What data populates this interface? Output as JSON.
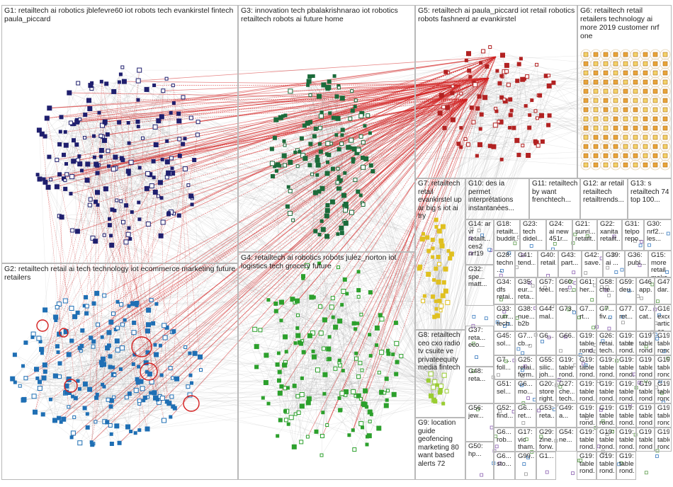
{
  "groups": [
    {
      "id": "G1",
      "label": "G1: retailtech ai robotics jblefevre60 iot robots tech evankirstel fintech paula_piccard",
      "color": "#1f1f6e"
    },
    {
      "id": "G2",
      "label": "G2: retailtech retail ai tech technology iot ecommerce marketing future retailers",
      "color": "#1f6fb4"
    },
    {
      "id": "G3",
      "label": "G3: innovation tech pbalakrishnarao iot robotics retailtech robots ai future home",
      "color": "#1b6b3a"
    },
    {
      "id": "G4",
      "label": "G4: retailtech ai robotics robots julez_norton iot logistics tech grocery future",
      "color": "#2ca02c"
    },
    {
      "id": "G5",
      "label": "G5: retailtech ai paula_piccard iot retail robotics robots fashnerd ar evankirstel",
      "color": "#b22222"
    },
    {
      "id": "G6",
      "label": "G6: retailtech retail retailers technology ai more 2019 customer nrf one",
      "color": "#d98c1a"
    },
    {
      "id": "G7",
      "label": "G7: retailtech retail evankirstel up ar big s iot ai try",
      "color": "#e0c020"
    },
    {
      "id": "G8",
      "label": "G8: retailtech ceo cxo radio tv csuite ve privateequity media fintech",
      "color": "#9acd32"
    },
    {
      "id": "G9",
      "label": "G9: location guide geofencing marketing 80 want based alerts 72",
      "color": "#666666"
    },
    {
      "id": "G10",
      "label": "G10: des ia permet interprétations instantanées...",
      "color": "#888888"
    },
    {
      "id": "G11",
      "label": "G11: retailtech by want frenchtech...",
      "color": "#8a5fb0"
    },
    {
      "id": "G12",
      "label": "G12: ar retail retailtech retailtrends...",
      "color": "#888888"
    },
    {
      "id": "G13",
      "label": "G13: s retailtech 74 top 100...",
      "color": "#888888"
    },
    {
      "id": "G14",
      "label": "G14: ar vr retailt... ces2 nrf19",
      "color": "#888888"
    },
    {
      "id": "G18",
      "label": "G18: retailt... buddit...",
      "color": "#888888"
    },
    {
      "id": "G23",
      "label": "G23: tech didel...",
      "color": "#888888"
    },
    {
      "id": "G24",
      "label": "G24: ai new 451r...",
      "color": "#888888"
    },
    {
      "id": "G21",
      "label": "G21: sunri... retailt...",
      "color": "#888888"
    },
    {
      "id": "G22",
      "label": "G22: xanita retailt...",
      "color": "#888888"
    },
    {
      "id": "G31",
      "label": "G31: telpo repo...",
      "color": "#888888"
    },
    {
      "id": "G30",
      "label": "G30: nrf2... les...",
      "color": "#888888"
    },
    {
      "id": "G32",
      "label": "G32: spe... matt...",
      "color": "#888888"
    },
    {
      "id": "G28",
      "label": "G28: techn... ...",
      "color": "#888888"
    },
    {
      "id": "G41",
      "label": "G41: tend...",
      "color": "#888888"
    },
    {
      "id": "G40",
      "label": "G40: retail...",
      "color": "#888888"
    },
    {
      "id": "G43",
      "label": "G43: part...",
      "color": "#888888"
    },
    {
      "id": "G42",
      "label": "G42: save...",
      "color": "#888888"
    },
    {
      "id": "G39",
      "label": "G39: ai ...",
      "color": "#888888"
    },
    {
      "id": "G36",
      "label": "G36: publ...",
      "color": "#888888"
    },
    {
      "id": "G15",
      "label": "G15: more retail make... using...",
      "color": "#888888"
    },
    {
      "id": "G34",
      "label": "G34: dfs retai...",
      "color": "#888888"
    },
    {
      "id": "G35",
      "label": "G35: eur... reta...",
      "color": "#888888"
    },
    {
      "id": "G57",
      "label": "G57: feel...",
      "color": "#888888"
    },
    {
      "id": "G60",
      "label": "G60: res...",
      "color": "#888888"
    },
    {
      "id": "G61",
      "label": "G61: her...",
      "color": "#888888"
    },
    {
      "id": "G58",
      "label": "G58: che...",
      "color": "#888888"
    },
    {
      "id": "G59",
      "label": "G59: deu...",
      "color": "#888888"
    },
    {
      "id": "G46",
      "label": "G46: app...",
      "color": "#888888"
    },
    {
      "id": "G47",
      "label": "G47: dar...",
      "color": "#888888"
    },
    {
      "id": "G33",
      "label": "G33: curr... tech...",
      "color": "#888888"
    },
    {
      "id": "G38",
      "label": "G38: nue... b2b",
      "color": "#888888"
    },
    {
      "id": "G44",
      "label": "G44: mal...",
      "color": "#888888"
    },
    {
      "id": "G73",
      "label": "G73...",
      "color": "#888888"
    },
    {
      "id": "G7b",
      "label": "G7... rt...",
      "color": "#888888"
    },
    {
      "id": "G7c",
      "label": "G7... fiv...",
      "color": "#888888"
    },
    {
      "id": "G77",
      "label": "G77... ret...",
      "color": "#888888"
    },
    {
      "id": "G7d",
      "label": "G7... cat...",
      "color": "#888888"
    },
    {
      "id": "G16",
      "label": "G16: excel article ce...",
      "color": "#888888"
    },
    {
      "id": "G37",
      "label": "G37: reta... eco...",
      "color": "#888888"
    },
    {
      "id": "G45",
      "label": "G45: sol...",
      "color": "#888888"
    },
    {
      "id": "G7e",
      "label": "G7... cb...",
      "color": "#888888"
    },
    {
      "id": "G6b",
      "label": "G6...",
      "color": "#888888"
    },
    {
      "id": "G66",
      "label": "G66...",
      "color": "#888888"
    },
    {
      "id": "G19",
      "label": "G19: table rond...",
      "color": "#888888"
    },
    {
      "id": "G26",
      "label": "G26: retai... tech...",
      "color": "#888888"
    },
    {
      "id": "G48",
      "label": "G48: reta...",
      "color": "#888888"
    },
    {
      "id": "G7f",
      "label": "G7... foll...",
      "color": "#888888"
    },
    {
      "id": "G25",
      "label": "G25: retai... form...",
      "color": "#888888"
    },
    {
      "id": "G55",
      "label": "G55: silic... joh...",
      "color": "#888888"
    },
    {
      "id": "G51",
      "label": "G51: sel...",
      "color": "#888888"
    },
    {
      "id": "G6c",
      "label": "G6... mo...",
      "color": "#888888"
    },
    {
      "id": "G20",
      "label": "G20: stores right...",
      "color": "#888888"
    },
    {
      "id": "G27",
      "label": "G27: che... tech...",
      "color": "#888888"
    },
    {
      "id": "G56",
      "label": "G56: jew...",
      "color": "#888888"
    },
    {
      "id": "G52",
      "label": "G52: find...",
      "color": "#888888"
    },
    {
      "id": "G6d",
      "label": "G6... ret...",
      "color": "#888888"
    },
    {
      "id": "G53",
      "label": "G53: reta...",
      "color": "#888888"
    },
    {
      "id": "G49",
      "label": "G49: a...",
      "color": "#888888"
    },
    {
      "id": "G6e",
      "label": "G6... rob...",
      "color": "#888888"
    },
    {
      "id": "G17",
      "label": "G17: vic tham...",
      "color": "#888888"
    },
    {
      "id": "G29",
      "label": "G29: zine... forw...",
      "color": "#888888"
    },
    {
      "id": "G54",
      "label": "G54: ne...",
      "color": "#888888"
    },
    {
      "id": "G50",
      "label": "G50: hp...",
      "color": "#888888"
    },
    {
      "id": "G6f",
      "label": "G6... sto...",
      "color": "#888888"
    },
    {
      "id": "G99",
      "label": "G99...",
      "color": "#888888"
    },
    {
      "id": "G1b",
      "label": "G1...",
      "color": "#888888"
    }
  ]
}
